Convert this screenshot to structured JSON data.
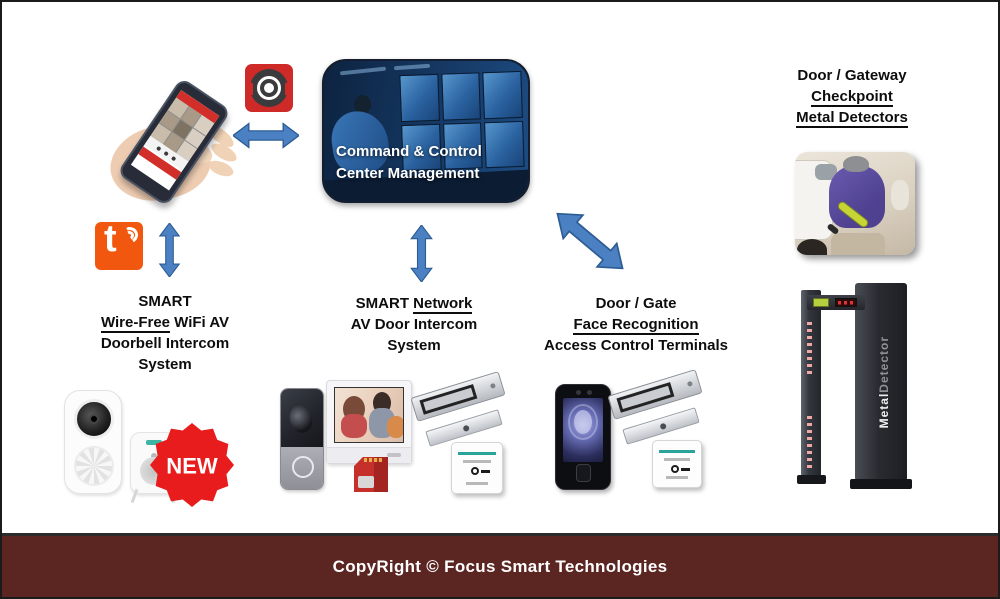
{
  "page": {
    "footer_text": "CopyRight © Focus Smart Technologies",
    "colors": {
      "footer_bg": "#5b2522",
      "arrow_blue": "#4b80c2",
      "hik_red": "#ce2a28",
      "tuya_orange": "#f2570f",
      "new_badge_red": "#e81c1c",
      "title_text": "#0d0d0d"
    }
  },
  "command_center": {
    "label_line1": "Command & Control",
    "label_line2": "Center Management"
  },
  "icons": {
    "hik_connect_name": "hik-connect-app-icon",
    "tuya_letter": "t"
  },
  "sections": {
    "checkpoint": {
      "line1": "Door / Gateway",
      "line2": "Checkpoint",
      "line3": "Metal Detectors"
    },
    "doorbell": {
      "line1": "SMART",
      "line2_underlined": "Wire-Free",
      "line2_rest": " WiFi AV",
      "line3": "Doorbell Intercom",
      "line4": "System",
      "badge": "NEW"
    },
    "network_intercom": {
      "line1_prefix": "SMART ",
      "line1_underlined": "Network",
      "line2": "AV Door Intercom",
      "line3": "System"
    },
    "face_recognition": {
      "line1": "Door / Gate",
      "line2": "Face Recognition",
      "line3": "Access Control Terminals"
    }
  },
  "gate": {
    "label_bold": "Metal",
    "label_rest": "Detector"
  }
}
